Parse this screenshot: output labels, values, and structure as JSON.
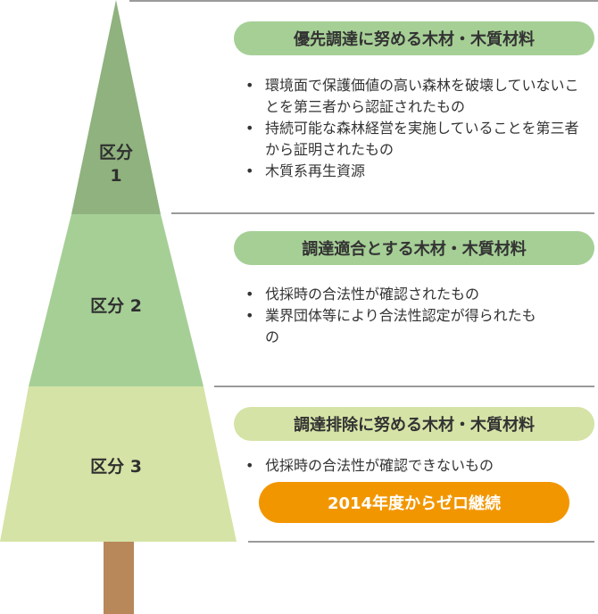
{
  "colors": {
    "tier1": "#8fb27e",
    "tier2": "#a6cf96",
    "tier3": "#d5e3a6",
    "trunk": "#b8875a",
    "pill_green": "#a6cf96",
    "pill_light": "#d5e3a6",
    "orange": "#f29600"
  },
  "tiers": [
    {
      "label_line1": "区分",
      "label_line2": "1",
      "title": "優先調達に努める木材・木質材料",
      "items": [
        "環境面で保護価値の高い森林を破壊していないことを第三者から認証されたもの",
        "持続可能な森林経営を実施していることを第三者から証明されたもの",
        "木質系再生資源"
      ]
    },
    {
      "label": "区分 2",
      "title": "調達適合とする木材・木質材料",
      "items": [
        "伐採時の合法性が確認されたもの",
        "業界団体等により合法性認定が得られたもの"
      ]
    },
    {
      "label": "区分 3",
      "title": "調達排除に努める木材・木質材料",
      "items": [
        "伐採時の合法性が確認できないもの"
      ],
      "badge": "2014年度からゼロ継続"
    }
  ]
}
